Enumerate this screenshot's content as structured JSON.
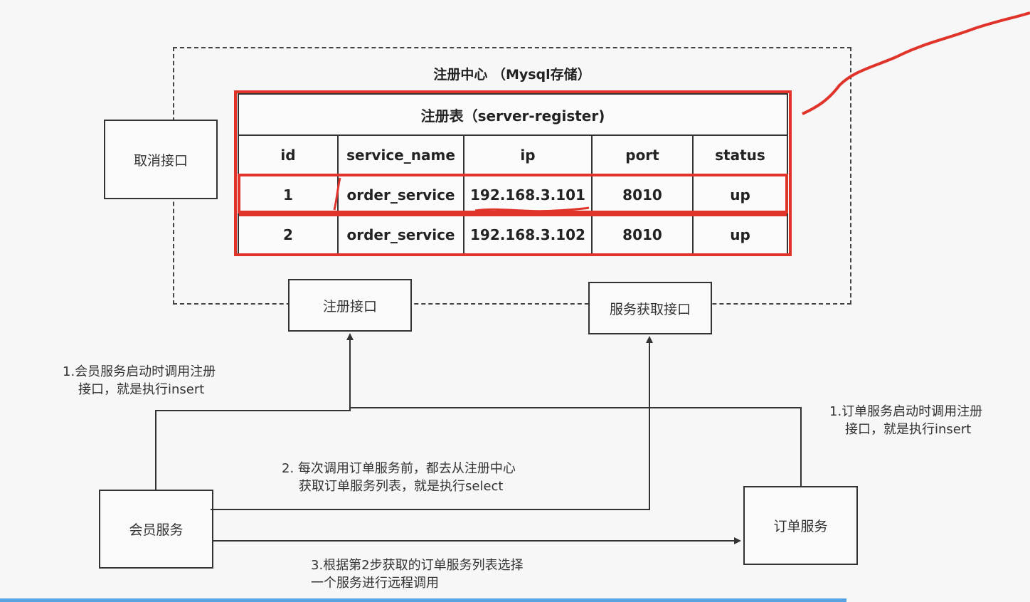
{
  "registry": {
    "title": "注册中心 （Mysql存储）",
    "table_title": "注册表（server-register)",
    "columns": [
      "id",
      "service_name",
      "ip",
      "port",
      "status"
    ],
    "rows": [
      [
        "1",
        "order_service",
        "192.168.3.101",
        "8010",
        "up"
      ],
      [
        "2",
        "order_service",
        "192.168.3.102",
        "8010",
        "up"
      ]
    ]
  },
  "boxes": {
    "cancel": "取消接口",
    "register": "注册接口",
    "fetch": "服务获取接口",
    "member": "会员服务",
    "order": "订单服务"
  },
  "labels": {
    "member_register": [
      "1.会员服务启动时调用注册",
      "接口，就是执行insert"
    ],
    "order_register": [
      "1.订单服务启动时调用注册",
      "接口，就是执行insert"
    ],
    "fetch_list": [
      "2. 每次调用订单服务前，都去从注册中心",
      "获取订单服务列表，就是执行select"
    ],
    "remote_call": [
      "3.根据第2步获取的订单服务列表选择",
      "一个服务进行远程调用"
    ]
  },
  "colors": {
    "highlight": "#e0332a",
    "line": "#333333",
    "bar": "#5aa3e0"
  }
}
